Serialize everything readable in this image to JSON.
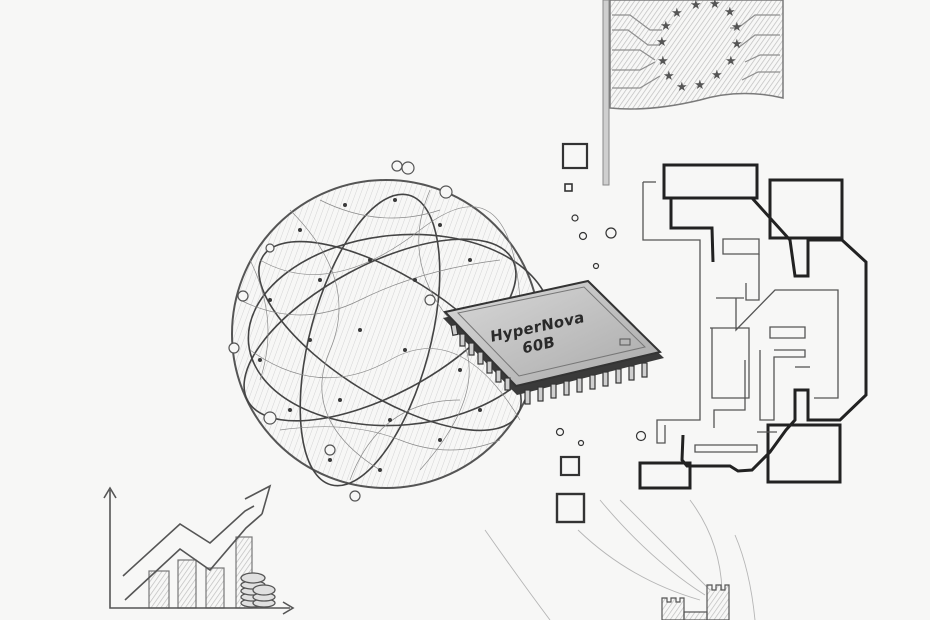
{
  "illustration": {
    "style": "pencil sketch",
    "colors": {
      "background": "#f7f7f6",
      "ink": "#2a2a2a",
      "shade": "#b9b9b9",
      "light_line": "#9a9a9a"
    },
    "chip": {
      "label_line1": "HyperNova",
      "label_line2": "60B"
    },
    "elements": [
      "eu-flag-icon",
      "network-globe-icon",
      "microchip-icon",
      "maze-circuit-icon",
      "growth-chart-icon",
      "coin-stack-icon",
      "castle-icon"
    ]
  }
}
